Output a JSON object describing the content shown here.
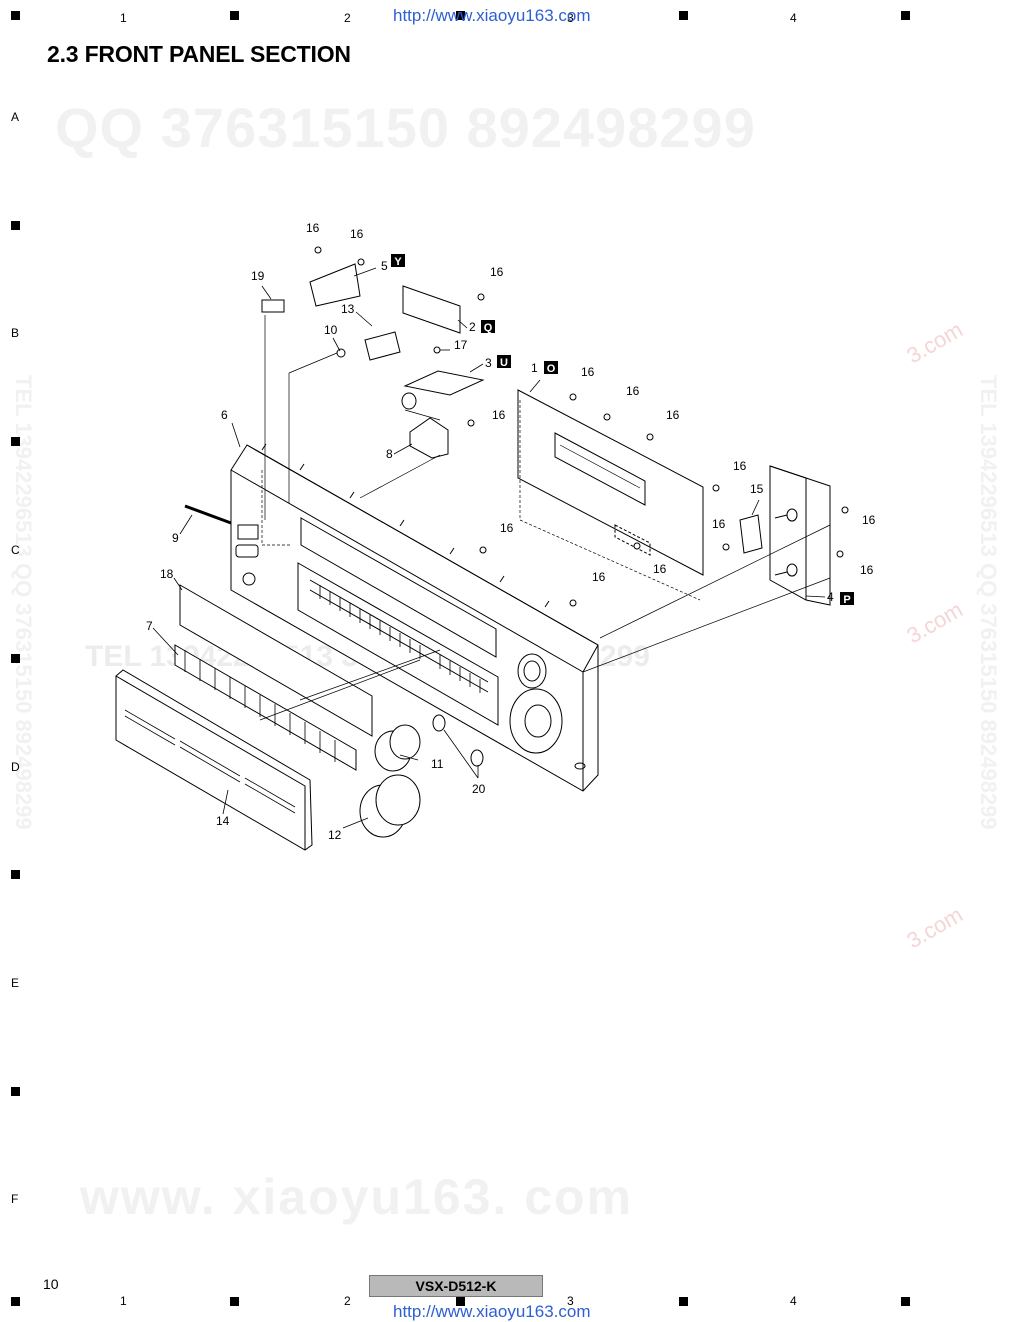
{
  "header": {
    "url": "http://www.xiaoyu163.com",
    "columns": [
      "1",
      "2",
      "3",
      "4"
    ],
    "title": "2.3  FRONT PANEL SECTION"
  },
  "rows": [
    "A",
    "B",
    "C",
    "D",
    "E",
    "F"
  ],
  "watermarks": {
    "qq_line": "QQ 376315150    892498299",
    "tel_line": "TEL 13942296513   376315150  892498299",
    "site": "www. xiaoyu163. com",
    "side_right": "TEL 13942296513  QQ 376315150  892498299",
    "side_left": "TEL 13942296513  QQ 376315150  892498299",
    "red_mark": "3.com"
  },
  "diagram": {
    "callouts": [
      "1",
      "2",
      "3",
      "4",
      "5",
      "6",
      "7",
      "8",
      "9",
      "10",
      "11",
      "12",
      "13",
      "14",
      "15",
      "16",
      "17",
      "18",
      "19",
      "20"
    ],
    "badges": {
      "1": "O",
      "2": "Q",
      "3": "U",
      "4": "P",
      "5": "Y"
    }
  },
  "footer": {
    "page_number": "10",
    "model": "VSX-D512-K",
    "url": "http://www.xiaoyu163.com",
    "columns": [
      "1",
      "2",
      "3",
      "4"
    ]
  }
}
